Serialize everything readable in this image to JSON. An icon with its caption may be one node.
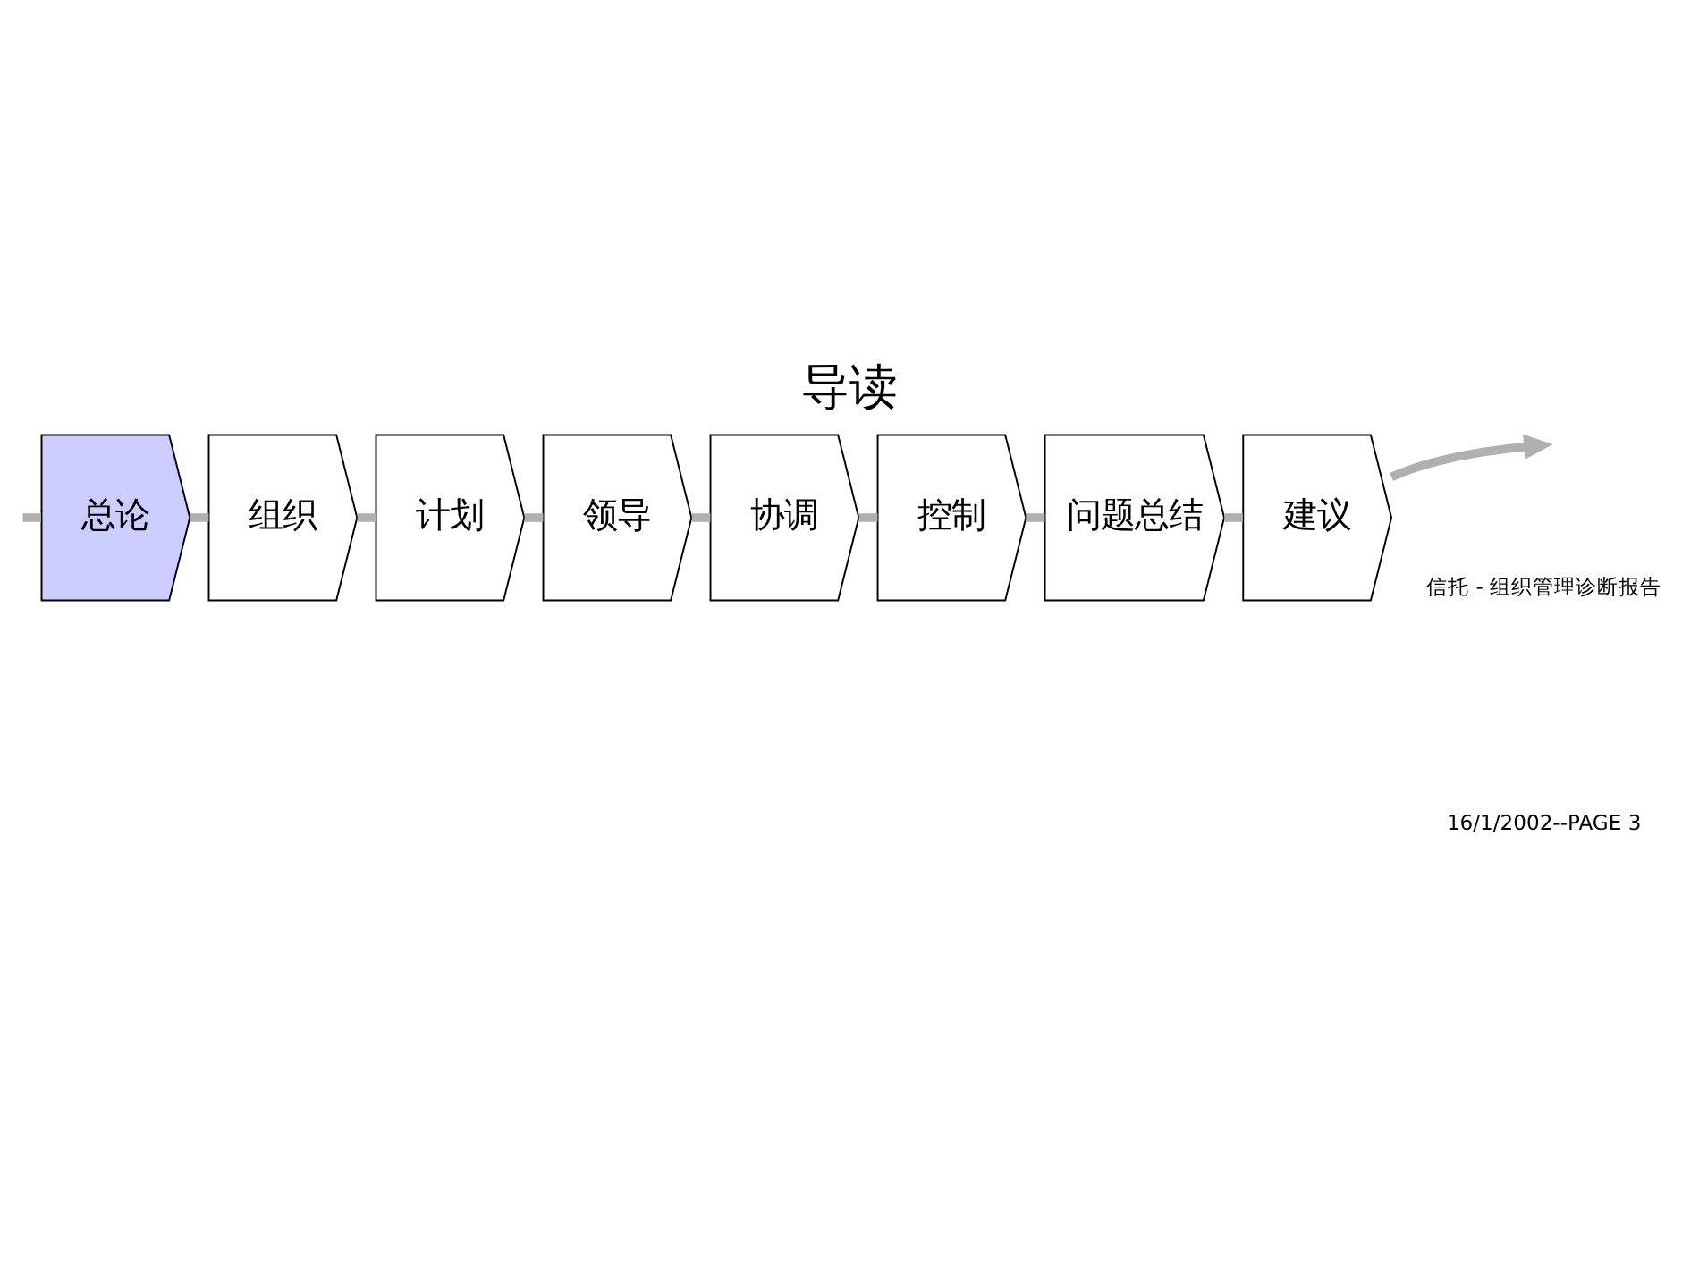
{
  "diagram": {
    "title": "导读",
    "nodes": [
      {
        "text": [
          "总论"
        ]
      },
      {
        "text": [
          "组织"
        ]
      },
      {
        "text": [
          "计划"
        ]
      },
      {
        "text": [
          "领导"
        ]
      },
      {
        "text": [
          "协调"
        ]
      },
      {
        "text": [
          "控制"
        ]
      },
      {
        "text": [
          "问题总结"
        ]
      },
      {
        "text": [
          "建议"
        ]
      }
    ],
    "edges": [
      {
        "from": null,
        "to": 0,
        "arrow": "none"
      },
      {
        "from": 0,
        "to": 1,
        "arrow": "none"
      },
      {
        "from": 1,
        "to": 2,
        "arrow": "none"
      },
      {
        "from": 2,
        "to": 3,
        "arrow": "none"
      },
      {
        "from": 3,
        "to": 4,
        "arrow": "none"
      },
      {
        "from": 4,
        "to": 5,
        "arrow": "none"
      },
      {
        "from": 5,
        "to": 6,
        "arrow": "none"
      },
      {
        "from": 6,
        "to": 7,
        "arrow": "none"
      },
      {
        "from": 7,
        "to": null,
        "arrow": "to"
      }
    ],
    "labels": [
      "信托 - 组织管理诊断报告",
      "16/1/2002--PAGE 3"
    ]
  }
}
